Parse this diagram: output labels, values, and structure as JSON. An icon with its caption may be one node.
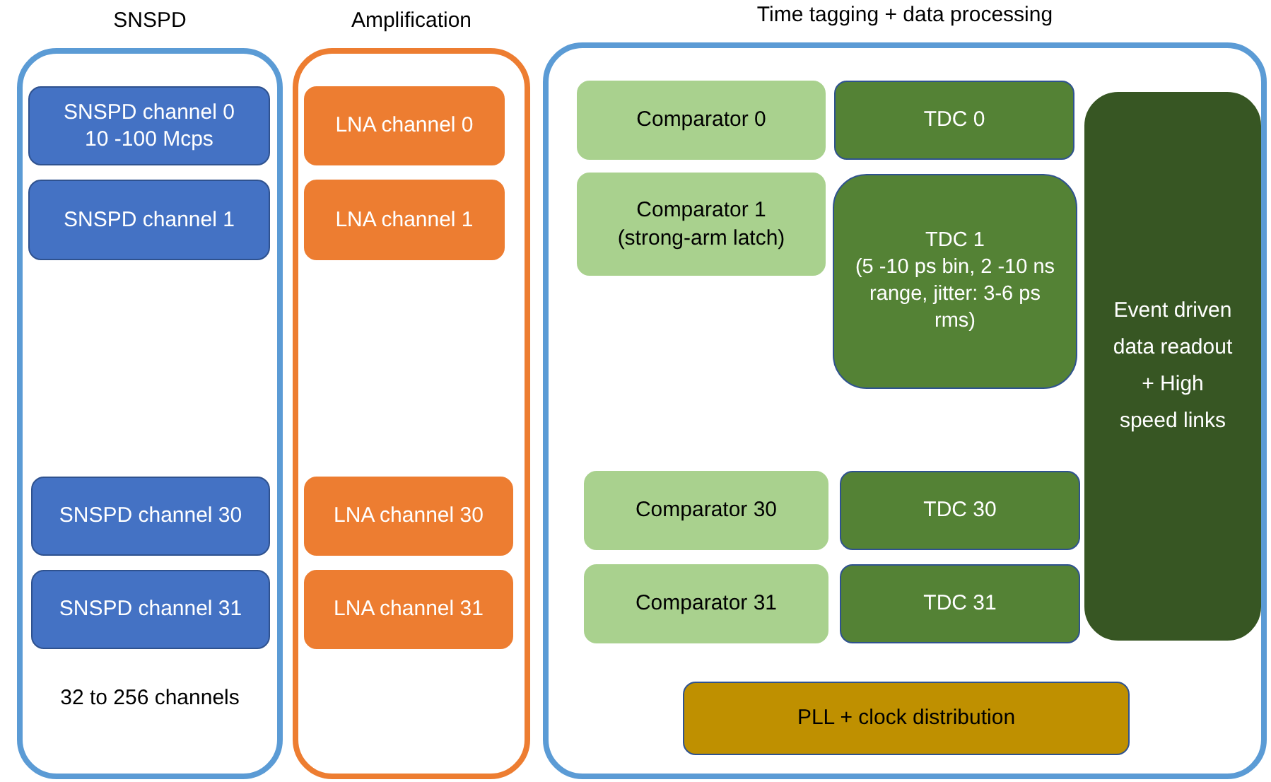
{
  "diagram": {
    "nodes": [
      {
        "text": [
          "SNSPD",
          "32 to 256 channels"
        ]
      },
      {
        "text": [
          "SNSPD channel 0",
          "10 -100 Mcps"
        ],
        "in": 0
      },
      {
        "text": [
          "SNSPD channel 1"
        ],
        "in": 0
      },
      {
        "text": [
          "SNSPD channel 30"
        ],
        "in": 0
      },
      {
        "text": [
          "SNSPD channel 31"
        ],
        "in": 0
      },
      {
        "text": [
          "Amplification"
        ]
      },
      {
        "text": [
          "LNA channel 0"
        ],
        "in": 5
      },
      {
        "text": [
          "LNA channel 1"
        ],
        "in": 5
      },
      {
        "text": [
          "LNA channel 30"
        ],
        "in": 5
      },
      {
        "text": [
          "LNA channel 31"
        ],
        "in": 5
      },
      {
        "text": [
          "Time tagging + data processing"
        ]
      },
      {
        "text": [
          "Comparator 0"
        ],
        "in": 10
      },
      {
        "text": [
          "TDC 0"
        ],
        "in": 10
      },
      {
        "text": [
          "Comparator 1",
          "(strong-arm latch)"
        ],
        "in": 10
      },
      {
        "text": [
          "TDC 1",
          "(5 -10 ps bin, 2 -10 ns range, jitter: 3-6 ps rms)"
        ],
        "in": 10
      },
      {
        "text": [
          "Event driven data readout + High speed links"
        ],
        "in": 10
      },
      {
        "text": [
          "Comparator 30"
        ],
        "in": 10
      },
      {
        "text": [
          "TDC 30"
        ],
        "in": 10
      },
      {
        "text": [
          "Comparator 31"
        ],
        "in": 10
      },
      {
        "text": [
          "TDC 31"
        ],
        "in": 10
      },
      {
        "text": [
          "PLL + clock distribution"
        ],
        "in": 10
      }
    ]
  }
}
